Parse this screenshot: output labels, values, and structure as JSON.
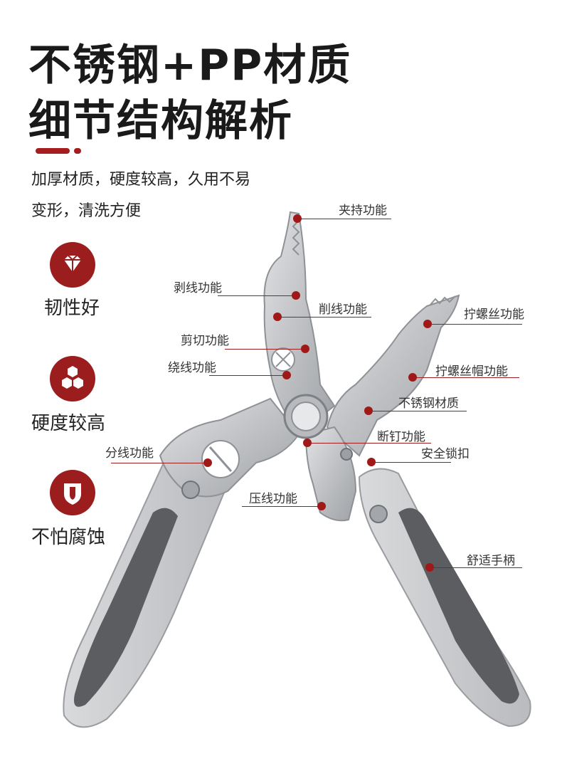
{
  "title": {
    "line1": "不锈钢+PP材质",
    "line2": "细节结构解析"
  },
  "intro": {
    "line1": "加厚材质，硬度较高，久用不易",
    "line2": "变形，清洗方便"
  },
  "features": [
    {
      "icon": "diamond-icon",
      "label": "韧性好"
    },
    {
      "icon": "hexagons-icon",
      "label": "硬度较高"
    },
    {
      "icon": "shield-icon",
      "label": "不怕腐蚀"
    }
  ],
  "callouts": {
    "clamp": "夹持功能",
    "strip": "剥线功能",
    "shave": "削线功能",
    "screw": "拧螺丝功能",
    "cut": "剪切功能",
    "wind": "绕线功能",
    "nut": "拧螺丝帽功能",
    "steel": "不锈钢材质",
    "split": "分线功能",
    "nail": "断钉功能",
    "lock": "安全锁扣",
    "crimp": "压线功能",
    "handle": "舒适手柄"
  },
  "colors": {
    "accent": "#9b1d1d",
    "handle_light": "#cfd0d2",
    "handle_dark": "#5b5d60",
    "steel": "#c7c9cc"
  }
}
